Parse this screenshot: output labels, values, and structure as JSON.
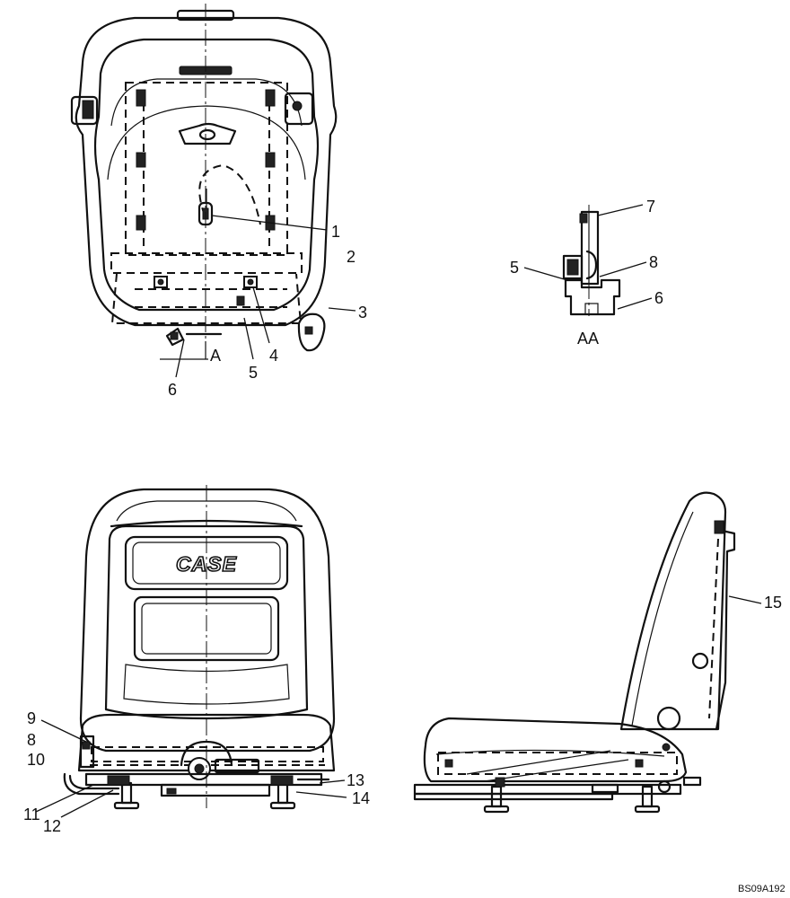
{
  "callouts": {
    "top": [
      "1",
      "2",
      "3",
      "4",
      "5",
      "6"
    ],
    "section_marker": "A",
    "detail": [
      "7",
      "8",
      "5",
      "6"
    ],
    "detail_caption": "AA",
    "front": [
      "9",
      "8",
      "10",
      "11",
      "12",
      "13",
      "14"
    ],
    "side": [
      "15"
    ]
  },
  "backrest_logo": "CASE",
  "drawing_code": "BS09A192"
}
